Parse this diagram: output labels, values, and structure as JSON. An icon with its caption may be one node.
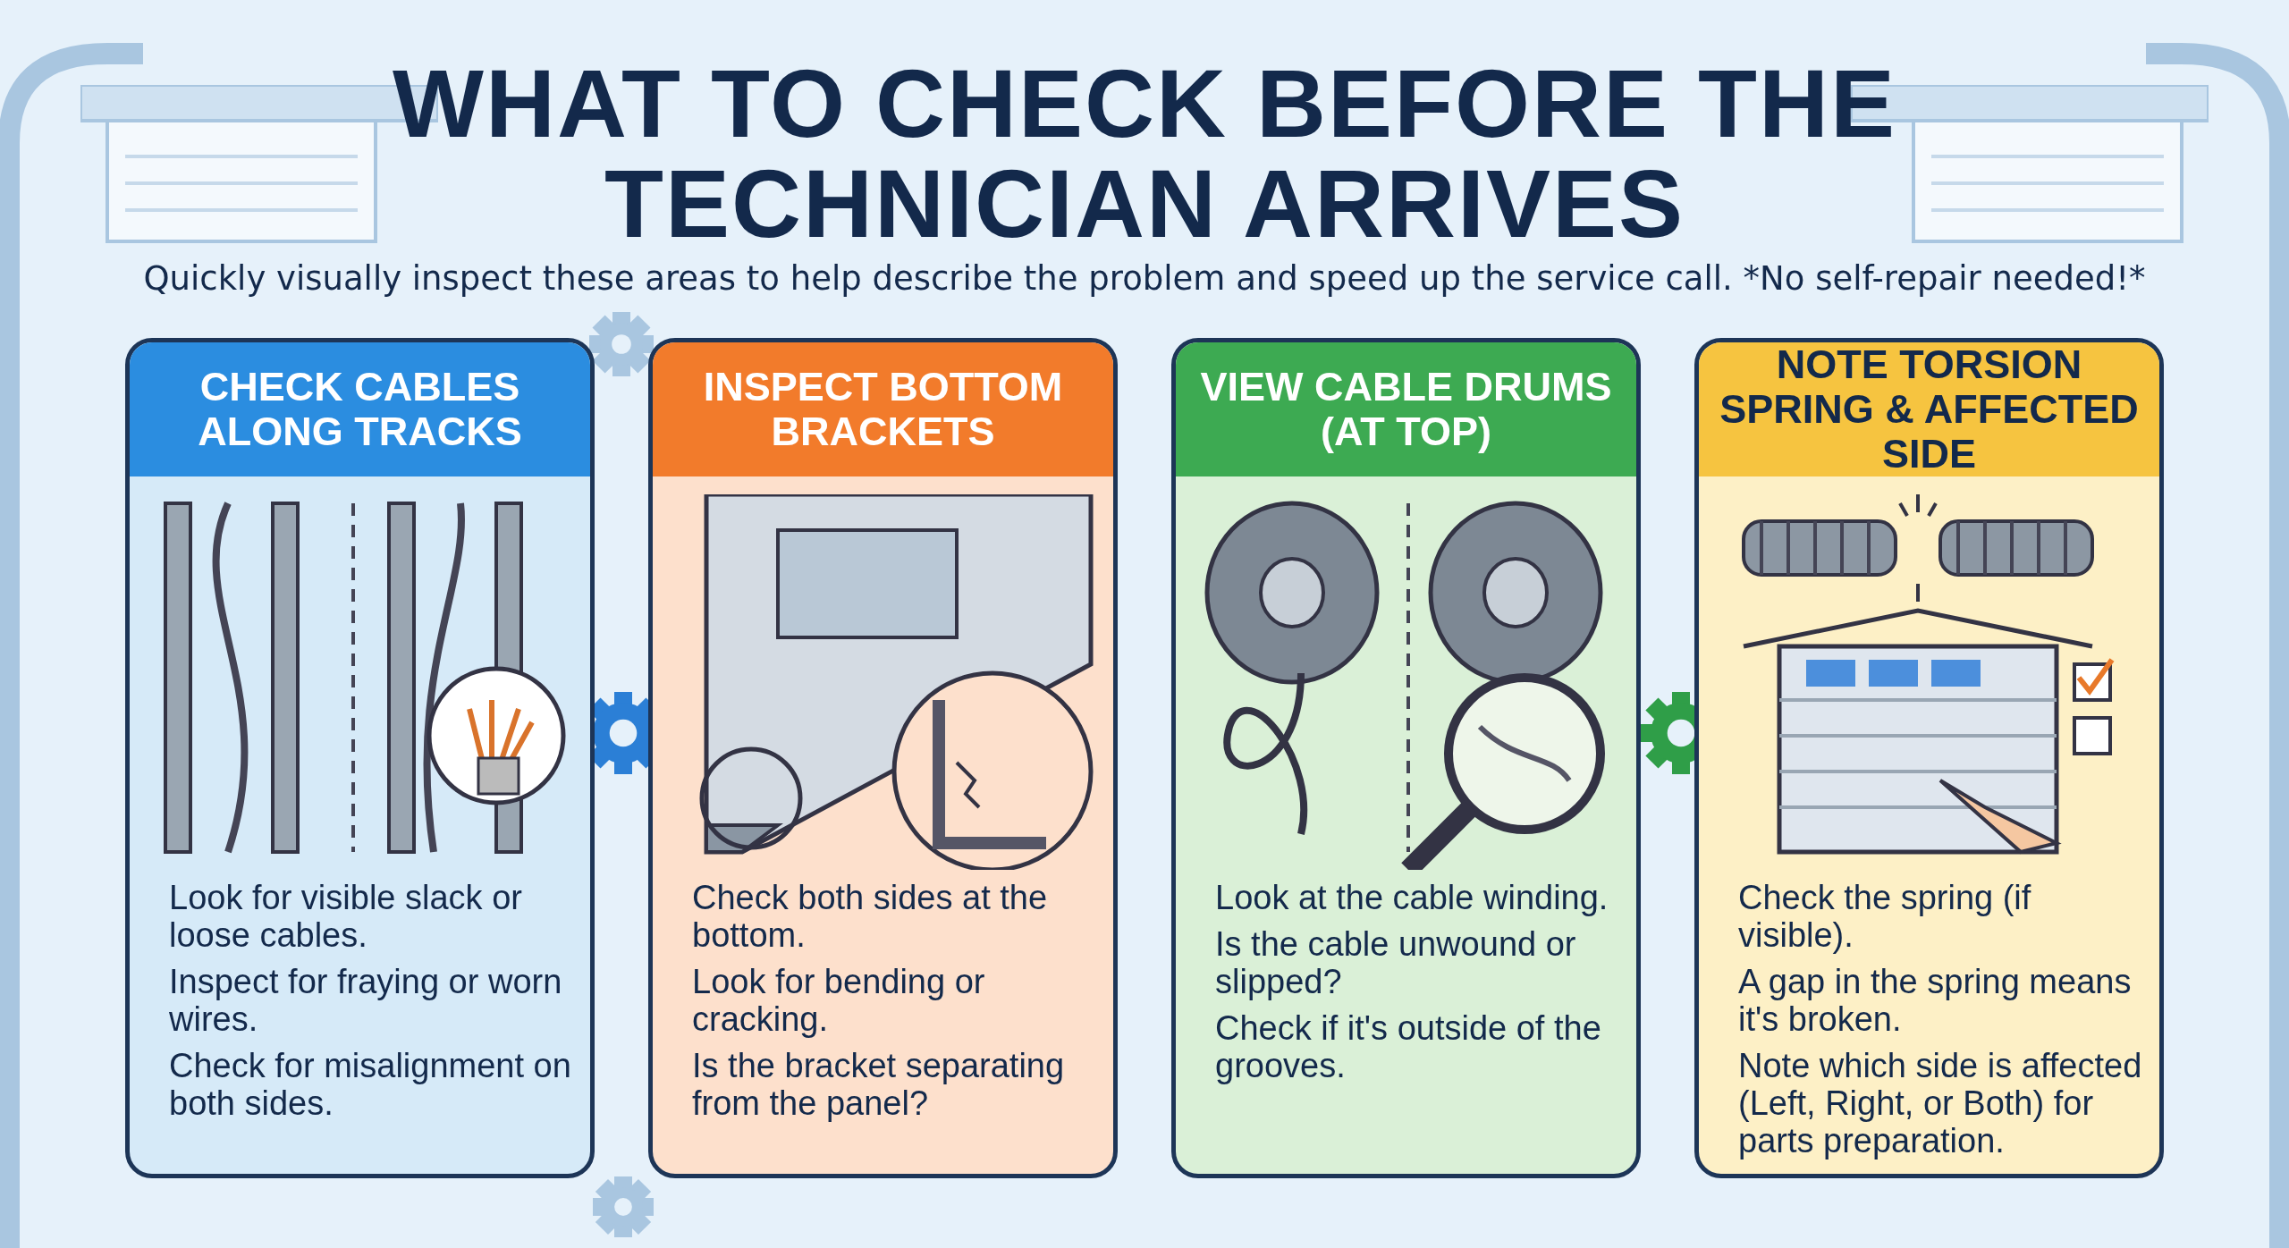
{
  "diagram": {
    "title": "WHAT TO CHECK BEFORE THE TECHNICIAN ARRIVES",
    "nodes": [
      {
        "text": [
          "CHECK CABLES ALONG TRACKS",
          "Look for visible slack or loose cables.",
          "Inspect for fraying or worn wires.",
          "Check for misalignment on both sides."
        ]
      },
      {
        "text": [
          "INSPECT BOTTOM BRACKETS",
          "Check both sides at the bottom.",
          "Look for bending or cracking.",
          "Is the bracket separating from the panel?"
        ]
      },
      {
        "text": [
          "VIEW CABLE DRUMS (AT TOP)",
          "Look at the cable winding.",
          "Is the cable unwound or slipped?",
          "Check if it's outside of the grooves."
        ]
      },
      {
        "text": [
          "NOTE TORSION SPRING & AFFECTED SIDE",
          "Check the spring (if visible).",
          "A gap in the spring means it's broken.",
          "Note which side is affected (Left, Right, or Both) for parts preparation."
        ]
      }
    ],
    "labels": [
      "Quickly visually inspect these areas to help describe the problem and speed up the service call. *No self-repair needed!*"
    ]
  }
}
